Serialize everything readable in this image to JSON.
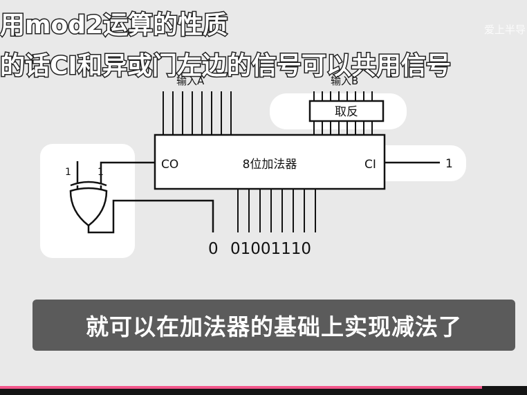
{
  "overlay": {
    "line1": "用mod2运算的性质",
    "line2": "的话CI和异或门左边的信号可以共用信号",
    "watermark": "爱上半导"
  },
  "diagram": {
    "input_a_label": "输入A",
    "input_b_label": "输入B",
    "invert_label": "取反",
    "adder_label": "8位加法器",
    "co_label": "CO",
    "ci_label": "CI",
    "ci_value": "1",
    "xor_input_left": "1",
    "xor_input_right": "1",
    "output_msb": "0",
    "output_bits": "01001110"
  },
  "subtitle": "就可以在加法器的基础上实现减法了",
  "player": {
    "progress_fraction": 0.915,
    "progress_color": "#f2578c"
  }
}
